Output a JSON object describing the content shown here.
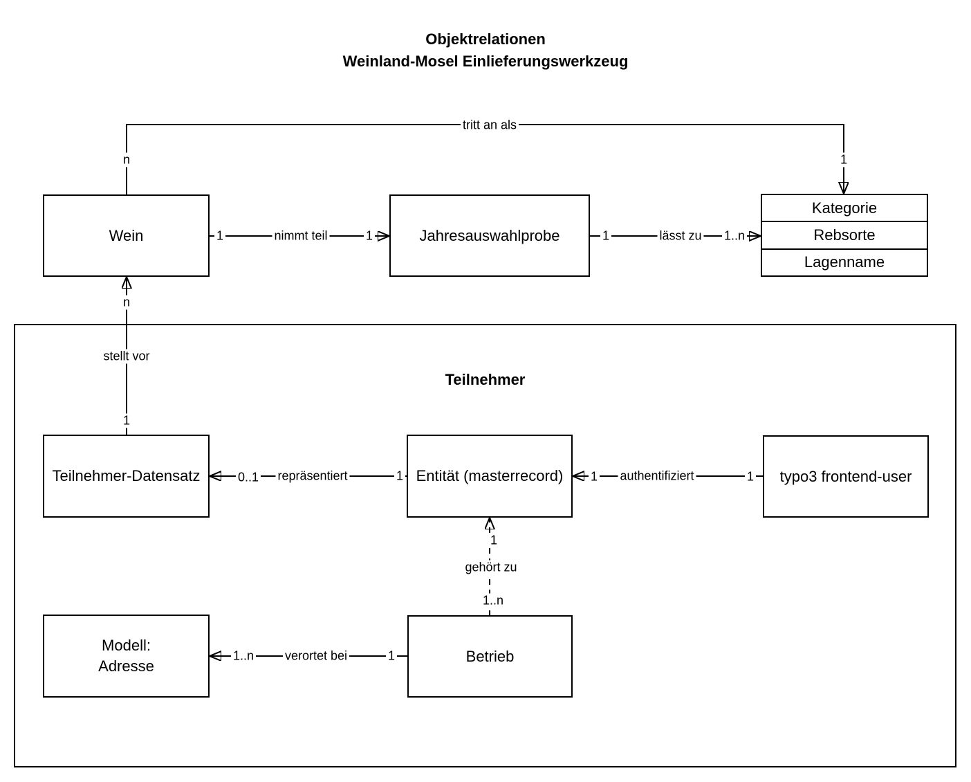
{
  "title": {
    "line1": "Objektrelationen",
    "line2": "Weinland-Mosel Einlieferungswerkzeug"
  },
  "entities": {
    "wein": "Wein",
    "jahresauswahlprobe": "Jahresauswahlprobe",
    "kategorie_stack": [
      "Kategorie",
      "Rebsorte",
      "Lagenname"
    ],
    "teilnehmer_container": "Teilnehmer",
    "teilnehmer_datensatz": "Teilnehmer-Datensatz",
    "entitaet": "Entität (masterrecord)",
    "typo3_frontend_user": "typo3 frontend-user",
    "modell_adresse": {
      "line1": "Modell:",
      "line2": "Adresse"
    },
    "betrieb": "Betrieb"
  },
  "relations": {
    "tritt_an_als": {
      "label": "tritt an als",
      "source_card": "n",
      "target_card": "1"
    },
    "nimmt_teil": {
      "label": "nimmt teil",
      "source_card": "1",
      "target_card": "1"
    },
    "laesst_zu": {
      "label": "lässt zu",
      "source_card": "1",
      "target_card": "1..n"
    },
    "stellt_vor": {
      "label": "stellt vor",
      "source_card": "1",
      "target_card": "n"
    },
    "repraesentiert": {
      "label": "repräsentiert",
      "source_card": "1",
      "target_card": "0..1"
    },
    "authentifiziert": {
      "label": "authentifiziert",
      "source_card": "1",
      "target_card": "1"
    },
    "gehoert_zu": {
      "label": "gehört zu",
      "source_card": "1..n",
      "target_card": "1"
    },
    "verortet_bei": {
      "label": "verortet bei",
      "source_card": "1",
      "target_card": "1..n"
    }
  },
  "colors": {
    "line": "#000000",
    "background": "#ffffff",
    "text": "#000000"
  }
}
